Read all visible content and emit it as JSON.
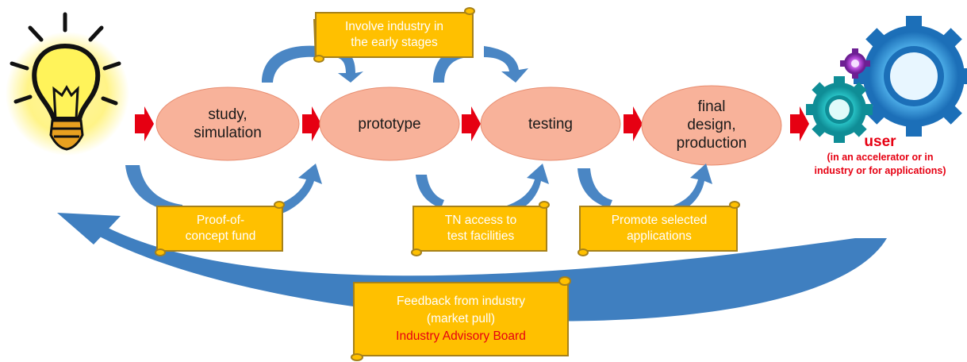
{
  "stages": [
    {
      "id": "study",
      "label": "study,\nsimulation"
    },
    {
      "id": "prototype",
      "label": "prototype"
    },
    {
      "id": "testing",
      "label": "testing"
    },
    {
      "id": "final",
      "label": "final\ndesign,\nproduction"
    }
  ],
  "scrolls": {
    "involve_industry": {
      "line1": "Involve industry in",
      "line2": "the early stages"
    },
    "proof_of_concept": {
      "line1": "Proof-of-",
      "line2": "concept fund"
    },
    "tn_access": {
      "line1": "TN access to",
      "line2": "test facilities"
    },
    "promote": {
      "line1": "Promote selected",
      "line2": "applications"
    },
    "feedback": {
      "line1": "Feedback from industry",
      "line2": "(market pull)",
      "line3": "Industry Advisory Board"
    }
  },
  "user": {
    "title": "user",
    "subtitle_line1": "(in an accelerator or in",
    "subtitle_line2": "industry or for applications)"
  },
  "colors": {
    "ellipse_fill": "#f8b29a",
    "scroll_fill": "#ffc000",
    "scroll_stroke": "#a6811a",
    "curved_arrow": "#4a86c4",
    "flow_arrow": "#e60012",
    "highlight_text": "#e60012"
  },
  "icons": {
    "start": "lightbulb-icon",
    "end": "gears-icon"
  }
}
